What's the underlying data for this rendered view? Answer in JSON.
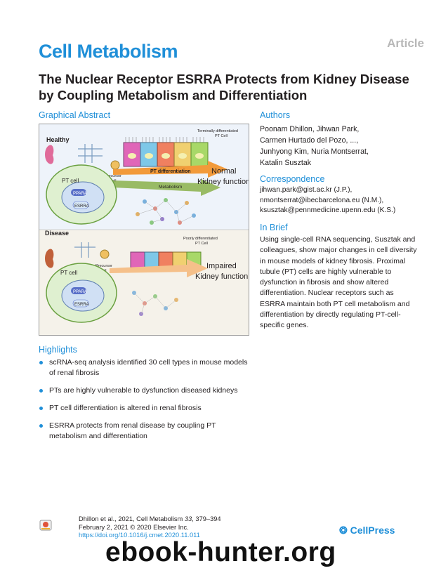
{
  "header": {
    "article_label": "Article",
    "journal": "Cell Metabolism",
    "title": "The Nuclear Receptor ESRRA Protects from Kidney Disease by Coupling Metabolism and Differentiation"
  },
  "graphical_abstract": {
    "heading": "Graphical Abstract",
    "healthy": "Healthy",
    "disease": "Disease",
    "terminal_label_1": "Terminally differentiated",
    "terminal_label_2": "PT Cell",
    "poorly_label_1": "Poorly differentiated",
    "poorly_label_2": "PT Cell",
    "precursor_1": "Precursor",
    "precursor_2": "Cell",
    "pt_differentiation": "PT differentiation",
    "metabolism": "Metabolism",
    "normal_1": "Normal",
    "normal_2": "Kidney function",
    "impaired_1": "Impaired",
    "impaired_2": "Kidney function",
    "pt_cell": "PT cell",
    "ppara": "PPARA",
    "esrra": "ESRRA"
  },
  "authors": {
    "heading": "Authors",
    "lines": [
      "Poonam Dhillon, Jihwan Park,",
      "Carmen Hurtado del Pozo, ...,",
      "Junhyong Kim, Nuria Montserrat,",
      "Katalin Susztak"
    ]
  },
  "correspondence": {
    "heading": "Correspondence",
    "lines": [
      "jihwan.park@gist.ac.kr (J.P.),",
      "nmontserrat@ibecbarcelona.eu (N.M.),",
      "ksusztak@pennmedicine.upenn.edu (K.S.)"
    ]
  },
  "in_brief": {
    "heading": "In Brief",
    "text": "Using single-cell RNA sequencing, Susztak and colleagues, show major changes in cell diversity in mouse models of kidney fibrosis. Proximal tubule (PT) cells are highly vulnerable to dysfunction in fibrosis and show altered differentiation. Nuclear receptors such as ESRRA maintain both PT cell metabolism and differentiation by directly regulating PT-cell-specific genes."
  },
  "highlights": {
    "heading": "Highlights",
    "items": [
      "scRNA-seq analysis identified 30 cell types in mouse models of renal fibrosis",
      "PTs are highly vulnerable to dysfunction diseased kidneys",
      "PT cell differentiation is altered in renal fibrosis",
      "ESRRA protects from renal disease by coupling PT metabolism and differentiation"
    ]
  },
  "footer": {
    "citation_prefix": "Dhillon et al., 2021, Cell Metabolism ",
    "volume": "33",
    "pages": ", 379–394",
    "date_line": "February 2, 2021 © 2020 Elsevier Inc.",
    "doi": "https://doi.org/10.1016/j.cmet.2020.11.011",
    "publisher": "CellPress"
  },
  "watermark": "ebook-hunter.org",
  "colors": {
    "accent": "#1f8fd8",
    "watermark": "#111111",
    "article_label": "#b8b8b8"
  }
}
